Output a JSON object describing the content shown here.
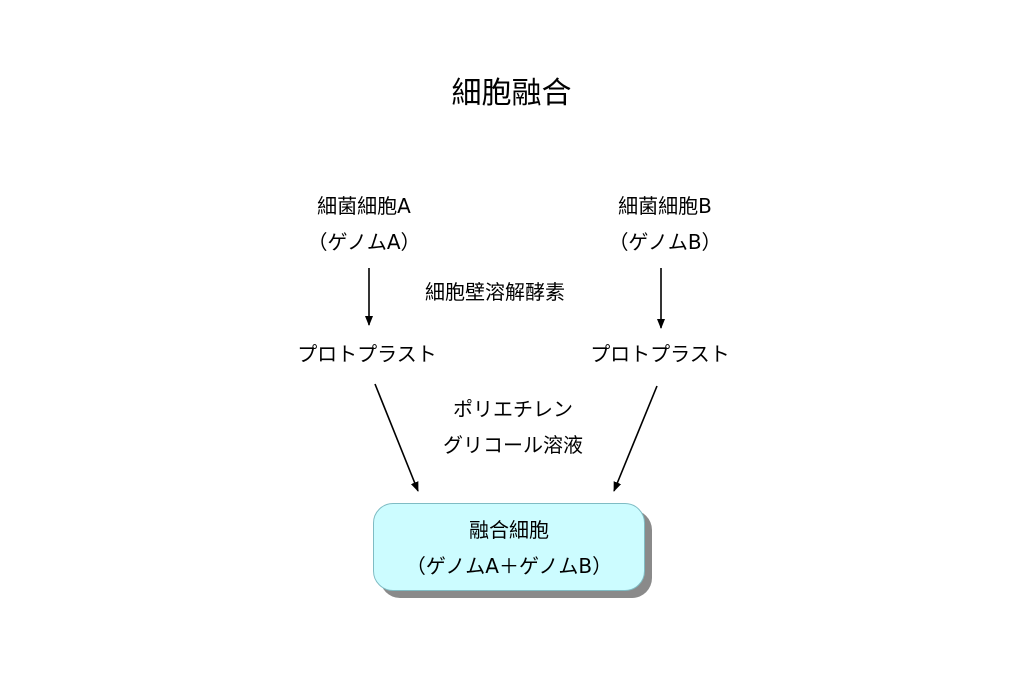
{
  "title": "細胞融合",
  "cell_a": {
    "name": "細菌細胞A",
    "genome": "（ゲノムA）"
  },
  "cell_b": {
    "name": "細菌細胞B",
    "genome": "（ゲノムB）"
  },
  "enzyme": "細胞壁溶解酵素",
  "protoplast_a": "プロトプラスト",
  "protoplast_b": "プロトプラスト",
  "fusion_agent": {
    "line1": "ポリエチレン",
    "line2": "グリコール溶液"
  },
  "fused_cell": {
    "name": "融合細胞",
    "genome": "（ゲノムA＋ゲノムB）"
  },
  "colors": {
    "box_fill": "#ccfcff",
    "box_shadow": "#8a8a8a",
    "arrow": "#000000"
  }
}
